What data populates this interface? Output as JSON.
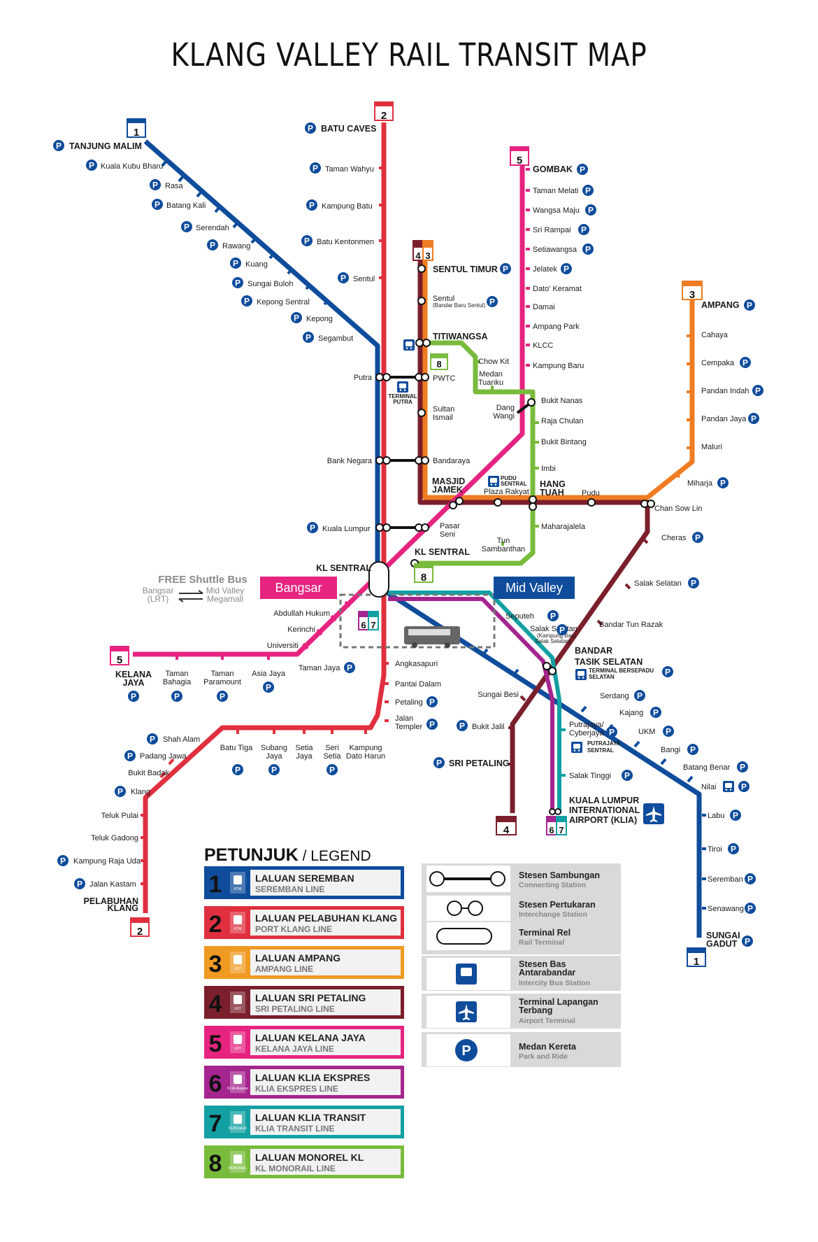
{
  "title": "KLANG VALLEY RAIL TRANSIT MAP",
  "colors": {
    "seremban": "#0f4c9b",
    "port_klang": "#e0303f",
    "ampang": "#ef7c22",
    "sri_petaling": "#7a1f2b",
    "kelana_jaya": "#e6237f",
    "klia_ekspres": "#a4258e",
    "klia_transit": "#12a0a3",
    "monorail": "#79bb3c",
    "connector": "#111111",
    "legend_gray": "#d9d9db"
  },
  "line_badges": {
    "l1_top": "1",
    "l1_bottom": "1",
    "l2_top": "2",
    "l2_bottom": "2",
    "l3_top": "3",
    "l43_a": "4",
    "l43_b": "3",
    "l4_bottom": "4",
    "l5_top": "5",
    "l5_left": "5",
    "l8": "8",
    "l8_sentral": "8",
    "l67_a": "6",
    "l67_b": "7",
    "l67_mid_a": "6",
    "l67_mid_b": "7"
  },
  "stations": {
    "tanjung_malim": "TANJUNG MALIM",
    "kuala_kubu_bharu": "Kuala Kubu Bharu",
    "rasa": "Rasa",
    "batang_kali": "Batang Kali",
    "serendah": "Serendah",
    "rawang": "Rawang",
    "kuang": "Kuang",
    "sungai_buloh": "Sungai Buloh",
    "kepong_sentral": "Kepong Sentral",
    "kepong": "Kepong",
    "segambut": "Segambut",
    "putra": "Putra",
    "bank_negara": "Bank Negara",
    "kuala_lumpur": "Kuala Lumpur",
    "kl_sentral": "KL SENTRAL",
    "batu_caves": "BATU CAVES",
    "taman_wahyu": "Taman Wahyu",
    "kampung_batu": "Kampung Batu",
    "batu_kentonmen": "Batu Kentonmen",
    "sentul": "Sentul",
    "sentul_timur": "SENTUL TIMUR",
    "sentul2": "Sentul",
    "sentul2_sub": "(Bandar Baru Sentul)",
    "titiwangsa": "TITIWANGSA",
    "pwtc": "PWTC",
    "sultan_ismail_1": "Sultan",
    "sultan_ismail_2": "Ismail",
    "bandaraya": "Bandaraya",
    "masjid_jamek_1": "MASJID",
    "masjid_jamek_2": "JAMEK",
    "plaza_rakyat": "Plaza Rakyat",
    "hang_tuah_1": "HANG",
    "hang_tuah_2": "TUAH",
    "pudu": "Pudu",
    "chan_sow_lin": "Chan Sow Lin",
    "ampang": "AMPANG",
    "cahaya": "Cahaya",
    "cempaka": "Cempaka",
    "pandan_indah": "Pandan Indah",
    "pandan_jaya": "Pandan Jaya",
    "maluri": "Maluri",
    "miharja": "Miharja",
    "cheras": "Cheras",
    "salak_selatan": "Salak Selatan",
    "bandar_tun_razak": "Bandar Tun Razak",
    "bandar_tasik_selatan_1": "BANDAR",
    "bandar_tasik_selatan_2": "TASIK SELATAN",
    "tbs_1": "TERMINAL BERSEPADU",
    "tbs_2": "SELATAN",
    "sungai_besi": "Sungai Besi",
    "bukit_jalil": "Bukit Jalil",
    "sri_petaling": "SRI PETALING",
    "gombak": "GOMBAK",
    "taman_melati": "Taman Melati",
    "wangsa_maju": "Wangsa Maju",
    "sri_rampai": "Sri Rampai",
    "setiawangsa": "Setiawangsa",
    "jelatek": "Jelatek",
    "dato_keramat": "Dato' Keramat",
    "damai": "Damai",
    "ampang_park": "Ampang Park",
    "klcc": "KLCC",
    "kampung_baru": "Kampung Baru",
    "dang_wangi_1": "Dang",
    "dang_wangi_2": "Wangi",
    "pasar_seni_1": "Pasar",
    "pasar_seni_2": "Seni",
    "abdullah_hukum": "Abdullah Hukum",
    "kerinchi": "Kerinchi",
    "universiti": "Universiti",
    "taman_jaya": "Taman Jaya",
    "asia_jaya": "Asia Jaya",
    "taman_paramount_1": "Taman",
    "taman_paramount_2": "Paramount",
    "taman_bahagia_1": "Taman",
    "taman_bahagia_2": "Bahagia",
    "kelana_jaya_1": "KELANA",
    "kelana_jaya_2": "JAYA",
    "chow_kit": "Chow Kit",
    "medan_tuanku_1": "Medan",
    "medan_tuanku_2": "Tuanku",
    "bukit_nanas": "Bukit Nanas",
    "raja_chulan": "Raja Chulan",
    "bukit_bintang": "Bukit Bintang",
    "imbi": "Imbi",
    "maharajalela": "Maharajalela",
    "tun_sambanthan_1": "Tun",
    "tun_sambanthan_2": "Sambanthan",
    "pudu_sentral_1": "PUDU",
    "pudu_sentral_2": "SENTRAL",
    "terminal_putra_1": "TERMINAL",
    "terminal_putra_2": "PUTRA",
    "angkasapuri": "Angkasapuri",
    "pantai_dalam": "Pantai Dalam",
    "petaling": "Petaling",
    "jalan_templer_1": "Jalan",
    "jalan_templer_2": "Templer",
    "kampung_dato_harun_1": "Kampung",
    "kampung_dato_harun_2": "Dato Harun",
    "seri_setia_1": "Seri",
    "seri_setia_2": "Setia",
    "setia_jaya_1": "Setia",
    "setia_jaya_2": "Jaya",
    "subang_jaya_1": "Subang",
    "subang_jaya_2": "Jaya",
    "batu_tiga": "Batu Tiga",
    "shah_alam": "Shah Alam",
    "padang_jawa": "Padang Jawa",
    "bukit_badak": "Bukit Badak",
    "klang": "Klang",
    "teluk_pulai": "Teluk Pulai",
    "teluk_gadong": "Teluk Gadong",
    "kampung_raja_uda": "Kampung Raja Uda",
    "jalan_kastam": "Jalan Kastam",
    "pelabuhan_klang_1": "PELABUHAN",
    "pelabuhan_klang_2": "KLANG",
    "seputeh": "Seputeh",
    "salak_selatan_ktm": "Salak Selatan",
    "salak_selatan_ktm_sub1": "(Kampung Baru",
    "salak_selatan_ktm_sub2": "Salak Selatan)",
    "serdang": "Serdang",
    "kajang": "Kajang",
    "ukm": "UKM",
    "bangi": "Bangi",
    "batang_benar": "Batang Benar",
    "nilai": "Nilai",
    "labu": "Labu",
    "tiroi": "Tiroi",
    "seremban": "Seremban",
    "senawang": "Senawang",
    "sungai_gadut_1": "SUNGAI",
    "sungai_gadut_2": "GADUT",
    "putrajaya_1": "Putrajaya/",
    "putrajaya_2": "Cyberjaya",
    "putrajaya_sentral_1": "PUTRAJAYA",
    "putrajaya_sentral_2": "SENTRAL",
    "salak_tinggi": "Salak Tinggi",
    "klia_1": "KUALA LUMPUR",
    "klia_2": "INTERNATIONAL",
    "klia_3": "AIRPORT (KLIA)"
  },
  "shuttle": {
    "title": "FREE Shuttle Bus",
    "left_1": "Bangsar",
    "left_2": "(LRT)",
    "right_1": "Mid Valley",
    "right_2": "Megamall",
    "bangsar": "Bangsar",
    "mid_valley": "Mid Valley"
  },
  "icons": {
    "park": "P",
    "bus": "bus-icon",
    "airport": "airplane-icon"
  },
  "legend": {
    "title": "PETUNJUK",
    "title_suffix": " / LEGEND",
    "lines": [
      {
        "num": "1",
        "name": "LALUAN SEREMBAN",
        "sub": "SEREMBAN LINE",
        "badge": "KTM",
        "color": "#0f4c9b"
      },
      {
        "num": "2",
        "name": "LALUAN PELABUHAN KLANG",
        "sub": "PORT KLANG LINE",
        "badge": "KTM",
        "color": "#e0303f"
      },
      {
        "num": "3",
        "name": "LALUAN AMPANG",
        "sub": "AMPANG LINE",
        "badge": "LRT",
        "color": "#ef9a22"
      },
      {
        "num": "4",
        "name": "LALUAN SRI PETALING",
        "sub": "SRI PETALING LINE",
        "badge": "LRT",
        "color": "#7a1f2b"
      },
      {
        "num": "5",
        "name": "LALUAN KELANA JAYA",
        "sub": "KELANA JAYA LINE",
        "badge": "LRT",
        "color": "#e6237f"
      },
      {
        "num": "6",
        "name": "LALUAN KLIA EKSPRES",
        "sub": "KLIA EKSPRES LINE",
        "badge": "KLIA ekspres",
        "color": "#a4258e"
      },
      {
        "num": "7",
        "name": "LALUAN KLIA TRANSIT",
        "sub": "KLIA TRANSIT LINE",
        "badge": "KLIA transit",
        "color": "#12a0a3"
      },
      {
        "num": "8",
        "name": "LALUAN MONOREL KL",
        "sub": "KL MONORAIL LINE",
        "badge": "MONORAIL",
        "color": "#79bb3c"
      }
    ],
    "symbols": [
      {
        "name": "Stesen Sambungan",
        "sub": "Connecting Station"
      },
      {
        "name": "Stesen Pertukaran",
        "sub": "Interchange Station"
      },
      {
        "name": "Terminal Rel",
        "sub": "Rail Terminal"
      },
      {
        "name": "Stesen Bas Antarabandar",
        "sub": "Intercity Bus Station"
      },
      {
        "name": "Terminal Lapangan Terbang",
        "sub": "Airport Terminal"
      },
      {
        "name": "Medan Kereta",
        "sub": "Park and Ride"
      }
    ]
  }
}
